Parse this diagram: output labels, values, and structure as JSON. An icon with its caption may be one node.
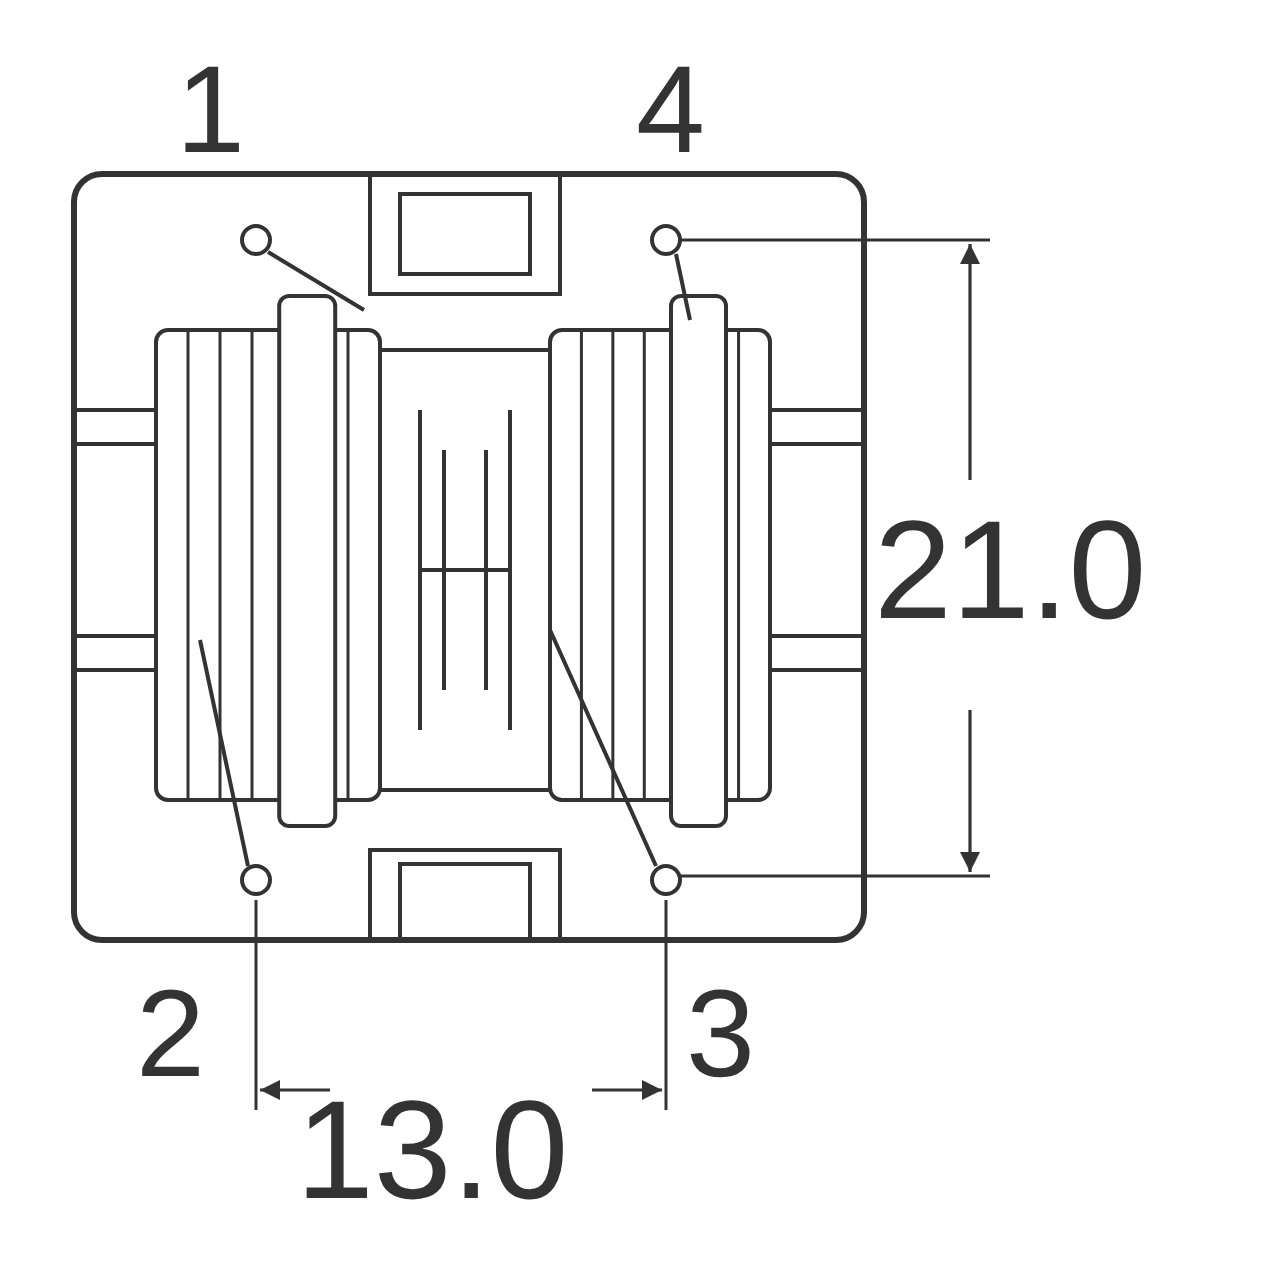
{
  "diagram": {
    "labels": [
      "1",
      "4",
      "21.0",
      "2",
      "3",
      "13.0"
    ]
  }
}
